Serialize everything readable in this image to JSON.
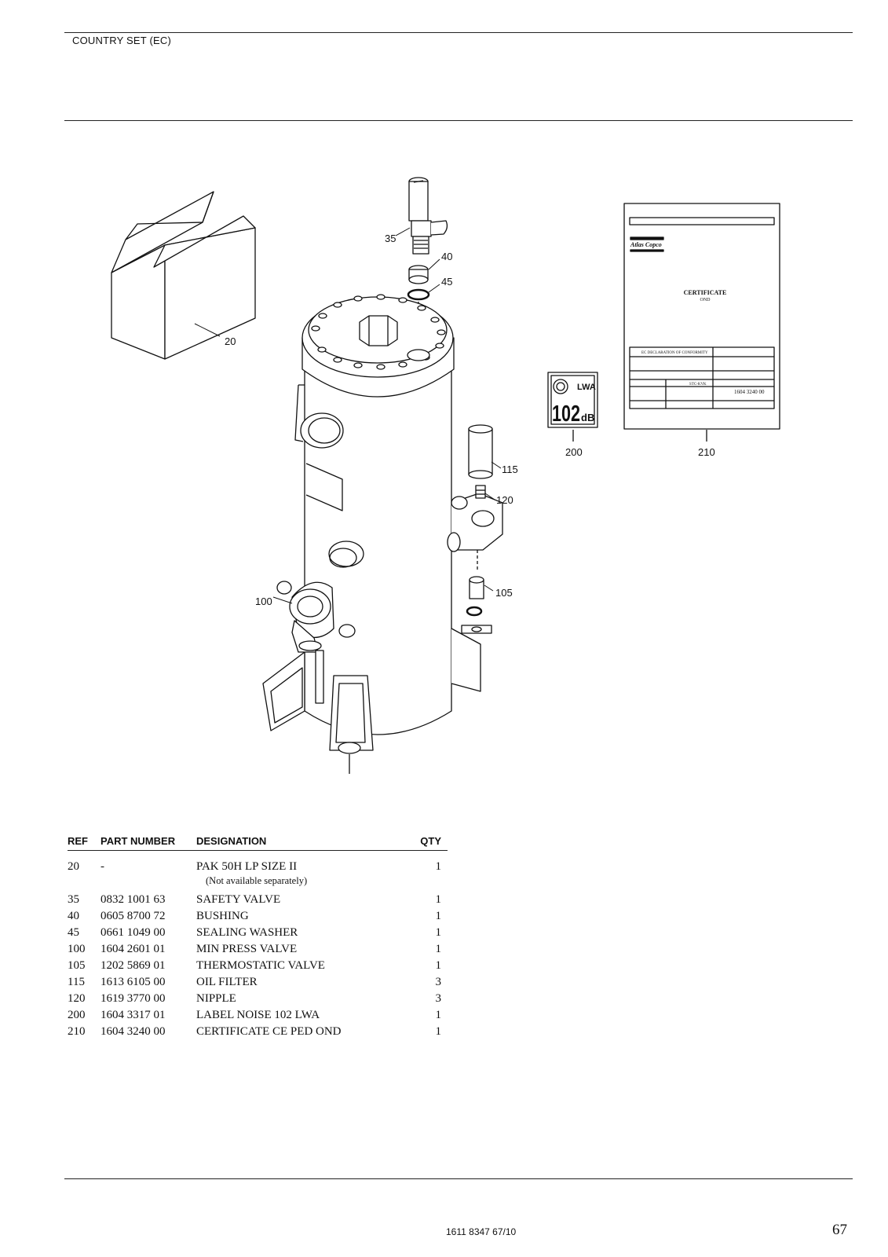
{
  "header": {
    "title": "COUNTRY SET (EC)"
  },
  "figure": {
    "callouts": [
      "20",
      "35",
      "40",
      "45",
      "100",
      "105",
      "115",
      "120",
      "200",
      "210"
    ],
    "noise_label": {
      "top": "LWA",
      "value": "102",
      "unit": "dB"
    },
    "certificate": {
      "brand": "Atlas Copco",
      "title": "CERTIFICATE",
      "subtitle": "OND",
      "declaration": "EC DECLARATION OF CONFORMITY",
      "reference": "STC-KVK",
      "part_number": "1604 3240 00"
    }
  },
  "table": {
    "headers": {
      "ref": "REF",
      "part": "PART NUMBER",
      "designation": "DESIGNATION",
      "qty": "QTY"
    },
    "rows": [
      {
        "ref": "20",
        "part": "-",
        "designation": "PAK 50H LP SIZE II",
        "qty": "1",
        "note": "(Not available separately)"
      },
      {
        "ref": "35",
        "part": "0832 1001 63",
        "designation": "SAFETY VALVE",
        "qty": "1"
      },
      {
        "ref": "40",
        "part": "0605 8700 72",
        "designation": "BUSHING",
        "qty": "1"
      },
      {
        "ref": "45",
        "part": "0661 1049 00",
        "designation": "SEALING WASHER",
        "qty": "1"
      },
      {
        "ref": "100",
        "part": "1604 2601 01",
        "designation": "MIN PRESS VALVE",
        "qty": "1"
      },
      {
        "ref": "105",
        "part": "1202 5869 01",
        "designation": "THERMOSTATIC VALVE",
        "qty": "1"
      },
      {
        "ref": "115",
        "part": "1613 6105 00",
        "designation": "OIL FILTER",
        "qty": "3"
      },
      {
        "ref": "120",
        "part": "1619 3770 00",
        "designation": "NIPPLE",
        "qty": "3"
      },
      {
        "ref": "200",
        "part": "1604 3317 01",
        "designation": "LABEL NOISE 102 LWA",
        "qty": "1"
      },
      {
        "ref": "210",
        "part": "1604 3240 00",
        "designation": "CERTIFICATE CE PED OND",
        "qty": "1"
      }
    ]
  },
  "footer": {
    "doc_number": "1611 8347 67/10",
    "page": "67"
  }
}
